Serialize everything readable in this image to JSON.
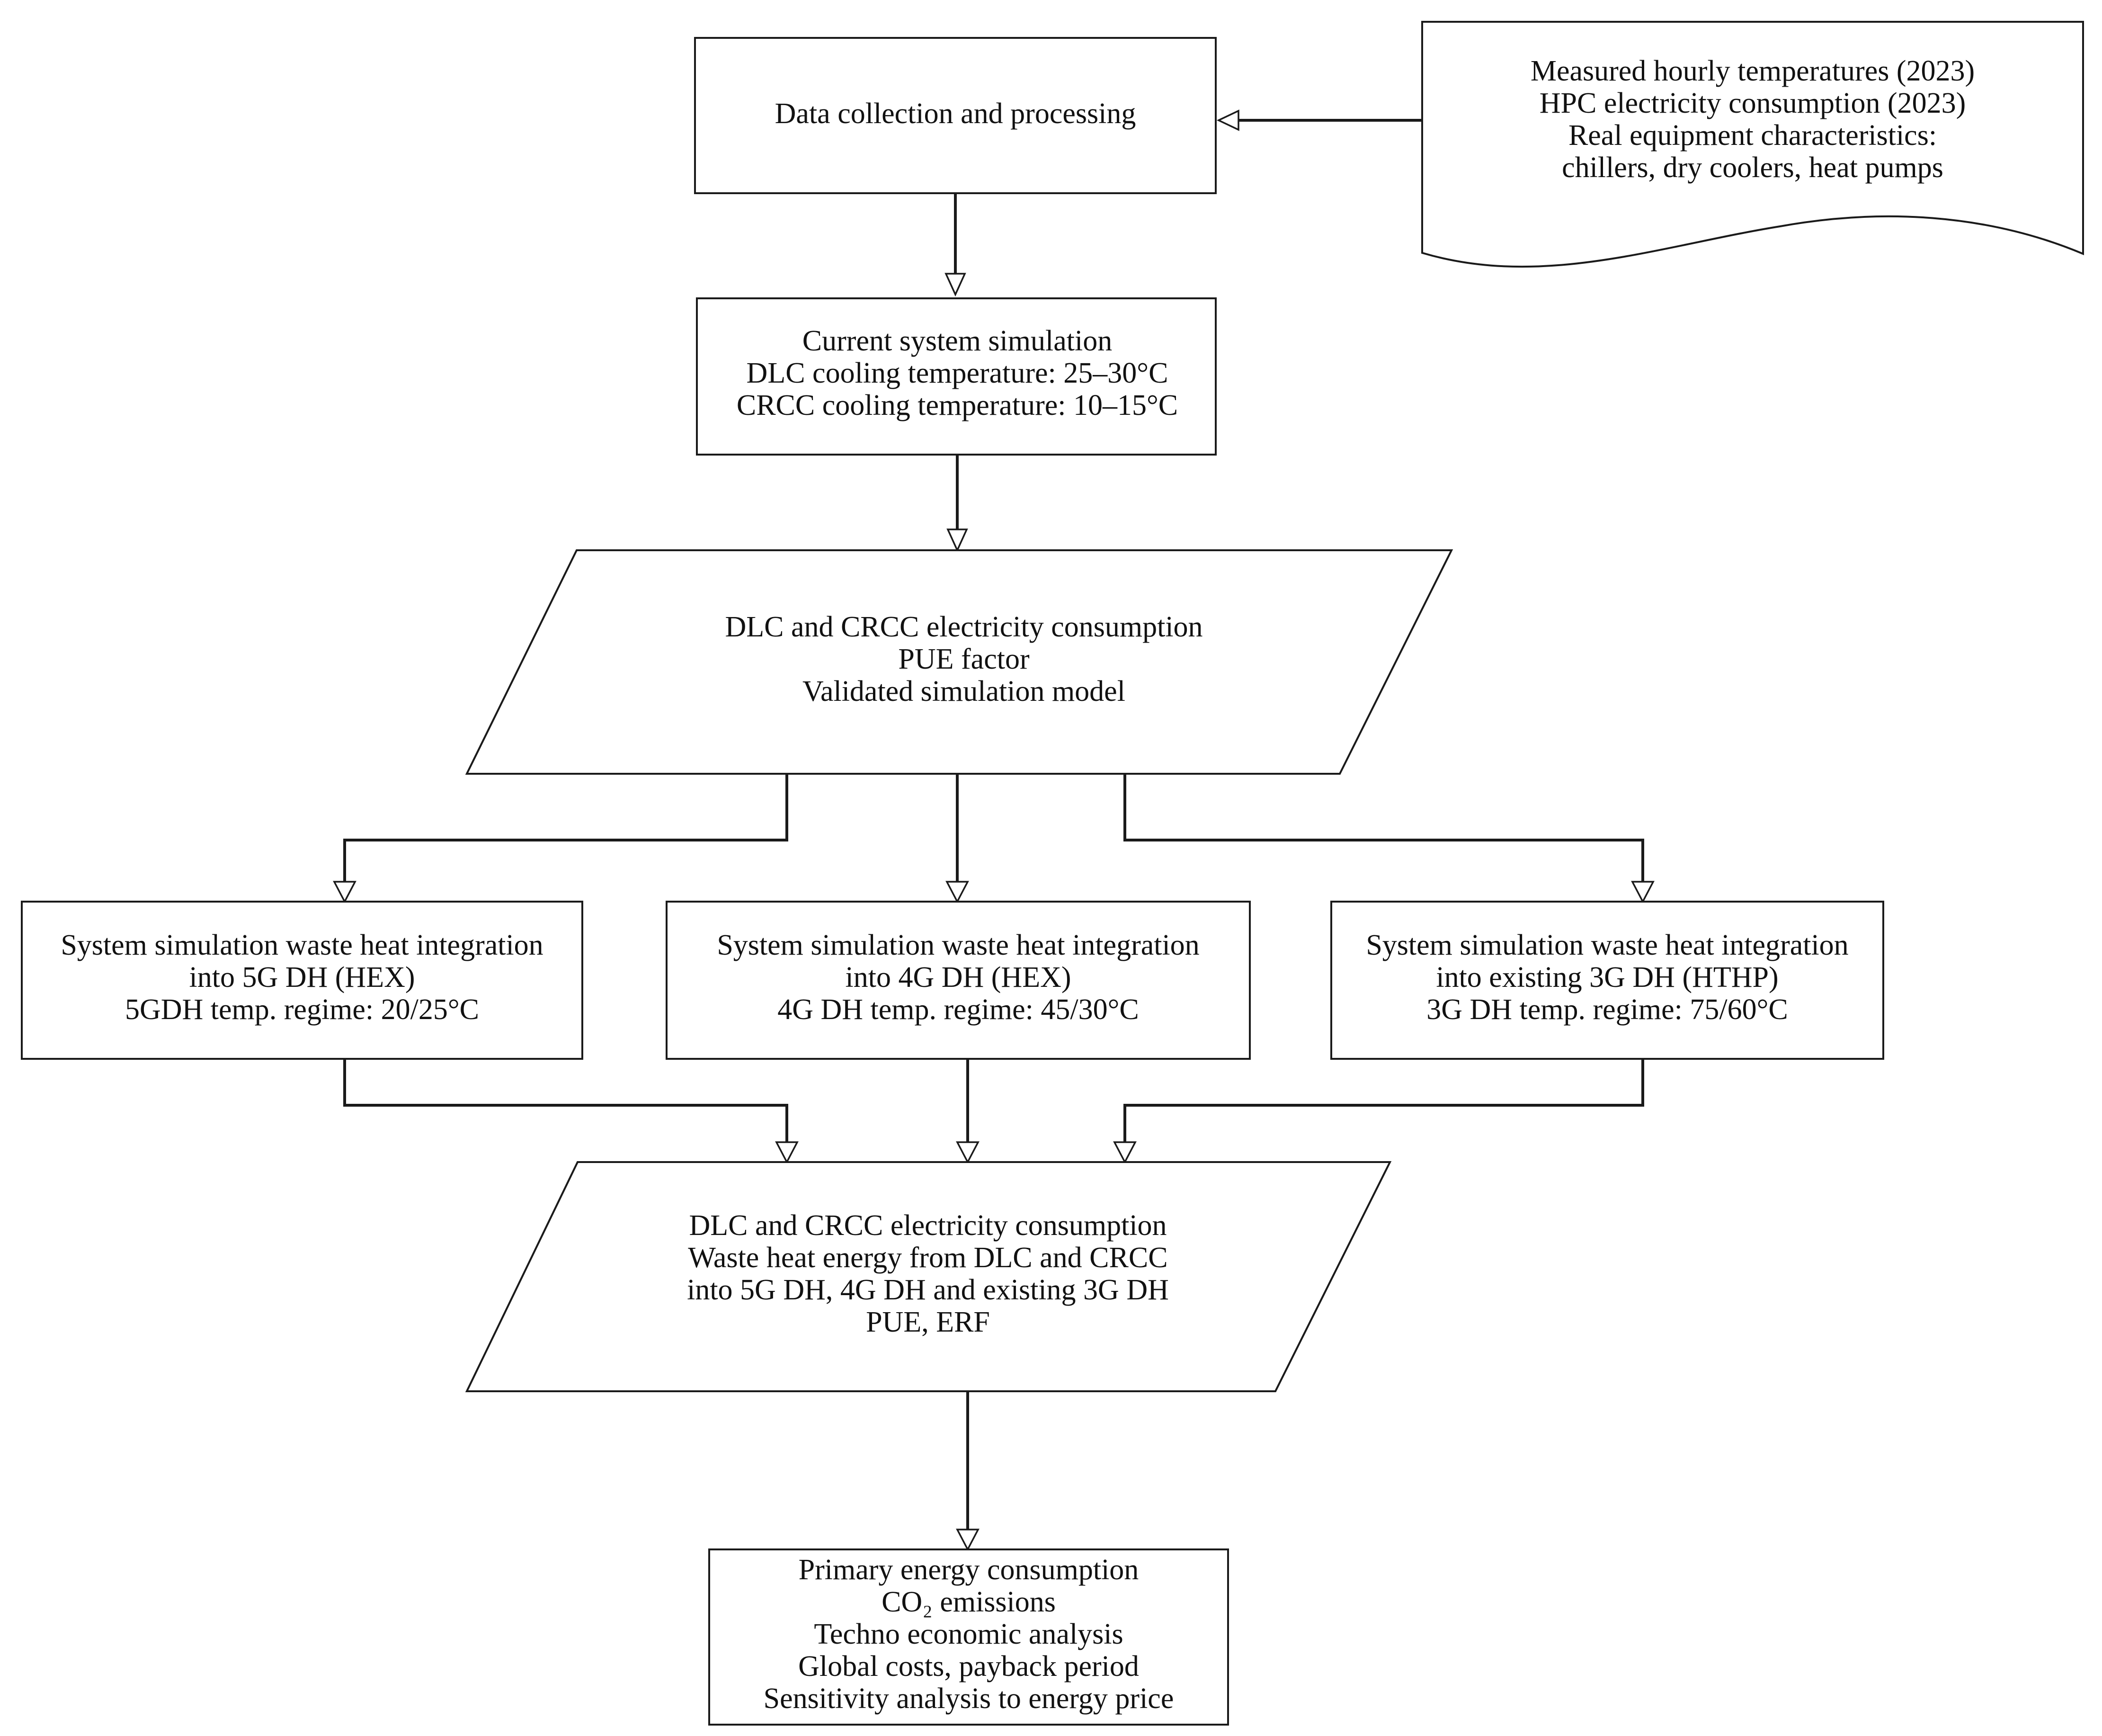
{
  "nodes": {
    "data_collection": {
      "lines": [
        "Data collection and processing"
      ]
    },
    "inputs_document": {
      "lines": [
        "Measured hourly temperatures (2023)",
        "HPC electricity consumption (2023)",
        "Real equipment characteristics:",
        "chillers, dry coolers, heat pumps"
      ]
    },
    "current_simulation": {
      "lines": [
        "Current system simulation",
        "DLC cooling temperature:  25–30°C",
        "CRCC cooling temperature: 10–15°C"
      ]
    },
    "baseline_outputs": {
      "lines": [
        "DLC and CRCC electricity consumption",
        "PUE factor",
        "Validated simulation model"
      ]
    },
    "sim_5g": {
      "lines": [
        "System simulation waste heat integration",
        "into 5G DH (HEX)",
        "5GDH temp. regime: 20/25°C"
      ]
    },
    "sim_4g": {
      "lines": [
        "System simulation waste heat integration",
        "into 4G DH (HEX)",
        "4G DH temp. regime: 45/30°C"
      ]
    },
    "sim_3g": {
      "lines": [
        "System simulation waste heat integration",
        "into existing 3G DH (HTHP)",
        "3G DH temp. regime: 75/60°C"
      ]
    },
    "scenario_outputs": {
      "lines": [
        "DLC and CRCC electricity consumption",
        "Waste heat energy from DLC and CRCC",
        "into 5G DH, 4G DH and existing 3G DH",
        "PUE, ERF"
      ]
    },
    "final_analysis": {
      "lines": [
        "Primary energy consumption",
        "CO₂ emissions",
        "Techno economic analysis",
        "Global costs, payback period",
        "Sensitivity analysis to energy price"
      ]
    }
  }
}
